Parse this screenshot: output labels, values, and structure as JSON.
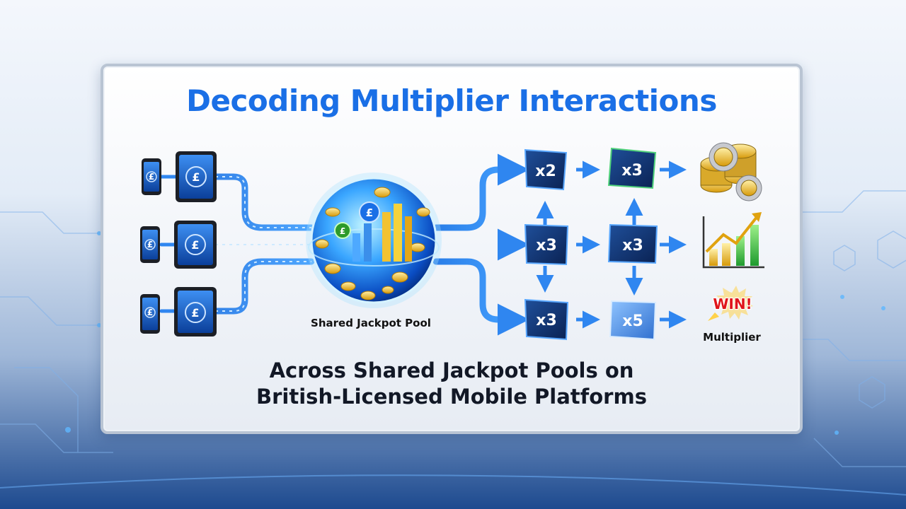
{
  "title": "Decoding Multiplier Interactions",
  "subtitle_line1": "Across Shared Jackpot Pools on",
  "subtitle_line2": "British-Licensed Mobile Platforms",
  "pool_label": "Shared Jackpot Pool",
  "currency_symbol": "£",
  "multiplier_tiles": [
    "x2",
    "x3",
    "x3",
    "x3",
    "x3",
    "x5"
  ],
  "outcome_labels": {
    "win": "WIN!",
    "multiplier": "Multiplier"
  },
  "icons": [
    "tablet-icon",
    "phone-icon",
    "jackpot-globe-icon",
    "coin-stack-icon",
    "growth-chart-icon",
    "win-burst-icon"
  ],
  "colors": {
    "title": "#1a6fe6",
    "flow": "#2f86f0",
    "tile": "#0d2a5c",
    "win": "#e0151b",
    "gold": "#f2b705"
  }
}
